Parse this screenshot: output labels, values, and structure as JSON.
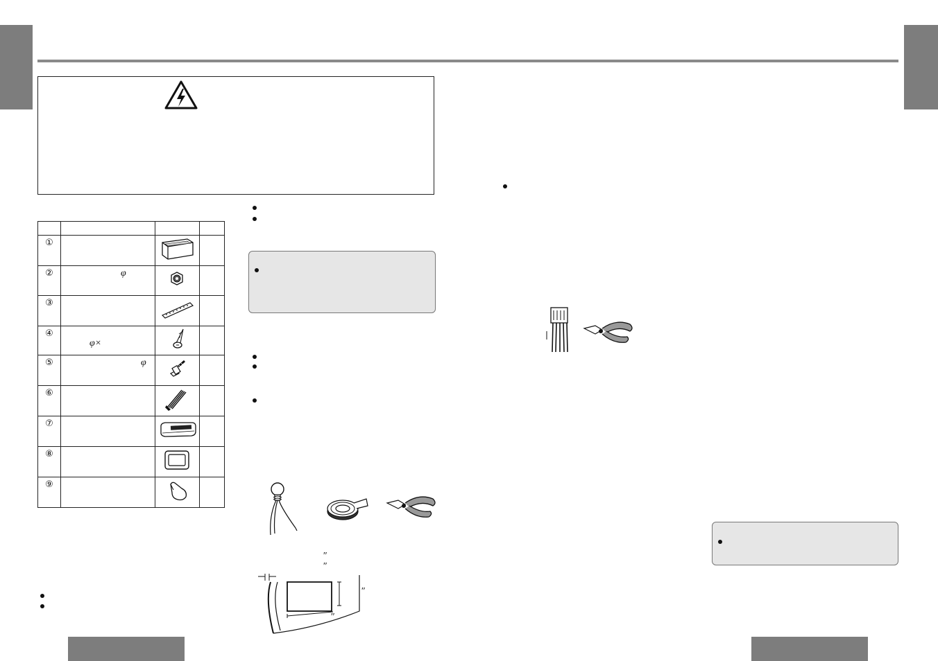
{
  "page": {
    "symbols": {
      "phi": "φ",
      "phi_times": "φ×",
      "inch_mark": "″"
    },
    "parts_table": {
      "rows": [
        {
          "num": "①"
        },
        {
          "num": "②",
          "symbol": "φ"
        },
        {
          "num": "③"
        },
        {
          "num": "④",
          "symbol": "φ×"
        },
        {
          "num": "⑤",
          "symbol": "φ"
        },
        {
          "num": "⑥"
        },
        {
          "num": "⑦"
        },
        {
          "num": "⑧"
        },
        {
          "num": "⑨"
        }
      ]
    },
    "icons": {
      "warning": "lightning-warning-triangle",
      "parts": [
        "mounting-collar-icon",
        "hex-nut-icon",
        "mounting-strap-icon",
        "tapping-screw-icon",
        "mounting-bolt-icon",
        "key-set-icon",
        "remote-case-icon",
        "trim-plate-icon",
        "pouch-icon"
      ],
      "tools": [
        "test-lamp-icon",
        "insulating-tape-icon",
        "wire-cutter-icon",
        "connector-icon",
        "pliers-icon"
      ]
    },
    "colors": {
      "tab_gray": "#7d7d7d",
      "note_fill": "#e6e6e6"
    }
  }
}
